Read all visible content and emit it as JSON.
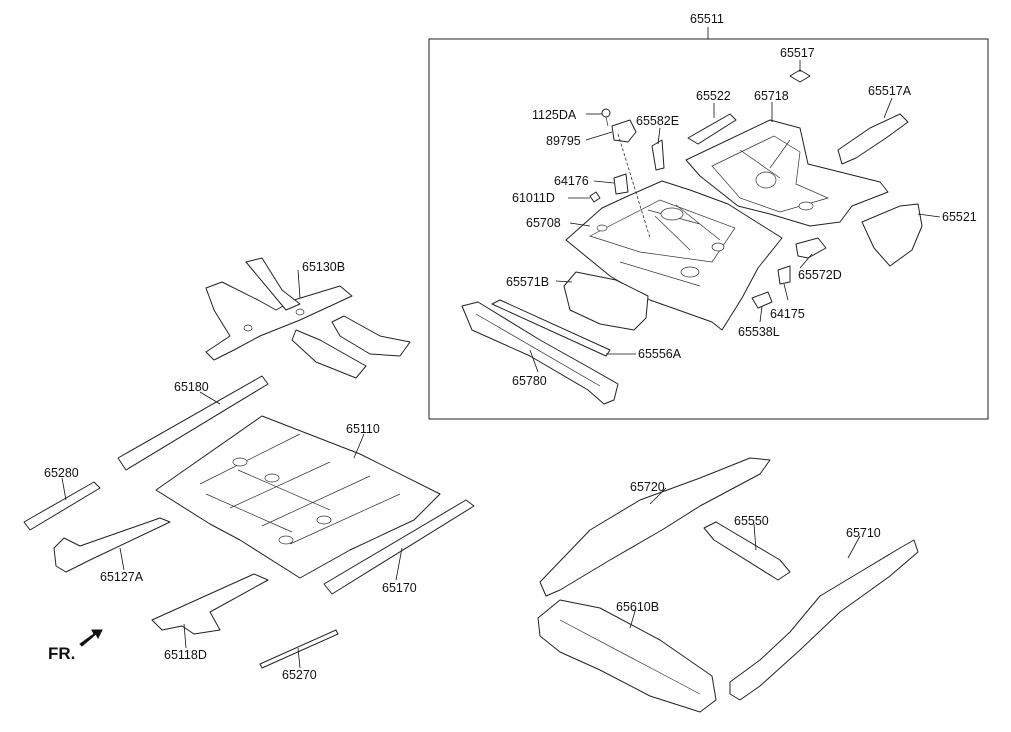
{
  "labels": {
    "p65511": "65511",
    "p65517": "65517",
    "p65522": "65522",
    "p65718": "65718",
    "p65517A": "65517A",
    "p1125DA": "1125DA",
    "p65582E": "65582E",
    "p89795": "89795",
    "p64176": "64176",
    "p61011D": "61011D",
    "p65708": "65708",
    "p65521": "65521",
    "p65571B": "65571B",
    "p65572D": "65572D",
    "p64175": "64175",
    "p65538L": "65538L",
    "p65556A": "65556A",
    "p65780": "65780",
    "p65130B": "65130B",
    "p65180": "65180",
    "p65110": "65110",
    "p65280": "65280",
    "p65127A": "65127A",
    "p65170": "65170",
    "p65118D": "65118D",
    "p65270": "65270",
    "p65720": "65720",
    "p65550": "65550",
    "p65710": "65710",
    "p65610B": "65610B"
  },
  "direction_label": "FR."
}
